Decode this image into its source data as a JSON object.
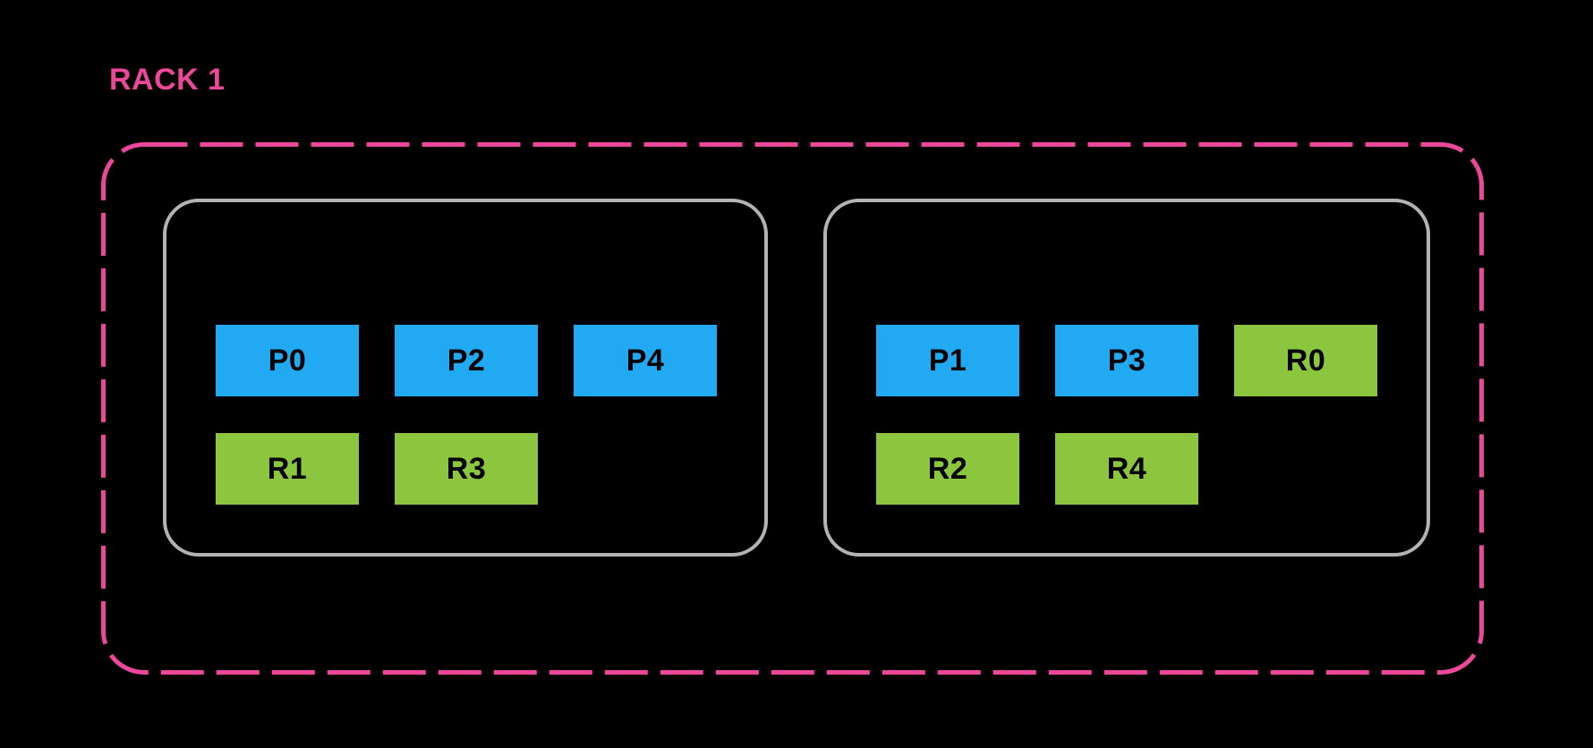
{
  "colors": {
    "background": "#000000",
    "rack_border": "#EC4899",
    "rack_label": "#EC4899",
    "node_border": "#B3B3B3",
    "process_fill": "#21A9F1",
    "replica_fill": "#8CC63F",
    "box_text": "#000000"
  },
  "rack": {
    "label": "RACK 1",
    "nodes": [
      {
        "name": "node-left",
        "rows": [
          {
            "items": [
              {
                "label": "P0",
                "type": "process"
              },
              {
                "label": "P2",
                "type": "process"
              },
              {
                "label": "P4",
                "type": "process"
              }
            ]
          },
          {
            "items": [
              {
                "label": "R1",
                "type": "replica"
              },
              {
                "label": "R3",
                "type": "replica"
              }
            ]
          }
        ]
      },
      {
        "name": "node-right",
        "rows": [
          {
            "items": [
              {
                "label": "P1",
                "type": "process"
              },
              {
                "label": "P3",
                "type": "process"
              },
              {
                "label": "R0",
                "type": "replica"
              }
            ]
          },
          {
            "items": [
              {
                "label": "R2",
                "type": "replica"
              },
              {
                "label": "R4",
                "type": "replica"
              }
            ]
          }
        ]
      }
    ]
  }
}
